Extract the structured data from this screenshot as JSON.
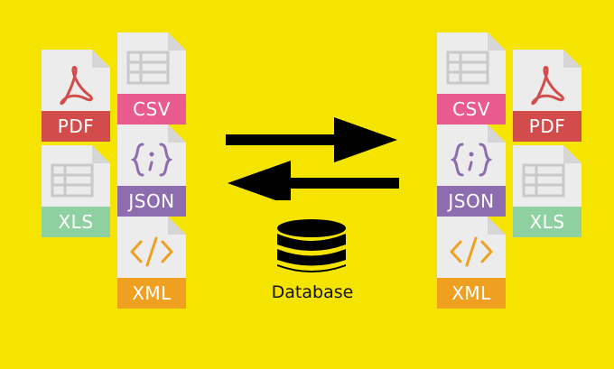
{
  "colors": {
    "background": "#f5e400",
    "pdf": "#d24c4c",
    "csv": "#e95b8e",
    "json": "#8e6cb0",
    "xls": "#8fd0a0",
    "xml": "#f0a020",
    "sheet": "#ececec",
    "fold": "#d6d6d6"
  },
  "left_files": {
    "pdf": "PDF",
    "csv": "CSV",
    "json": "JSON",
    "xls": "XLS",
    "xml": "XML"
  },
  "right_files": {
    "csv": "CSV",
    "pdf": "PDF",
    "json": "JSON",
    "xls": "XLS",
    "xml": "XML"
  },
  "center": {
    "database_label": "Database",
    "arrows": [
      "arrow-right-icon",
      "arrow-left-icon"
    ],
    "database_icon": "database-icon"
  }
}
